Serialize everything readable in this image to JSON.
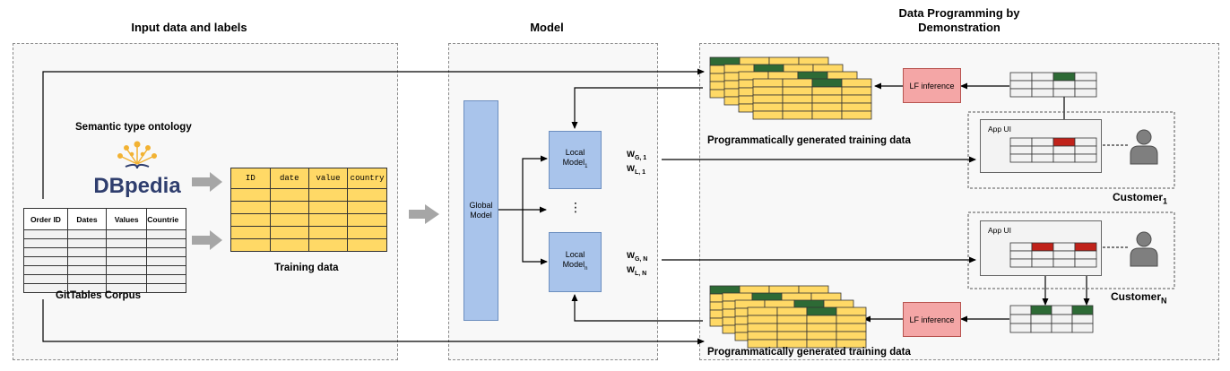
{
  "sections": {
    "input_title": "Input data and labels",
    "model_title": "Model",
    "dp_title_line1": "Data Programming by",
    "dp_title_line2": "Demonstration"
  },
  "input": {
    "ontology_label": "Semantic type ontology",
    "dbpedia_logo_text": "DBpedia",
    "gittables_headers": [
      "Order ID",
      "Dates",
      "Values",
      "Countrie"
    ],
    "gittables_caption": "GitTables Corpus",
    "training_headers": [
      "ID",
      "date",
      "value",
      "country"
    ],
    "training_caption": "Training data"
  },
  "model": {
    "global_model": [
      "Global",
      "Model"
    ],
    "local_model_1": [
      "Local",
      "Model",
      "1"
    ],
    "local_model_n": [
      "Local",
      "Model",
      "n"
    ],
    "ellipsis": "⋮",
    "weights_1": {
      "wg_base": "W",
      "wg_sub": "G, 1",
      "wl_base": "W",
      "wl_sub": "L, 1"
    },
    "weights_n": {
      "wg_base": "W",
      "wg_sub": "G, N",
      "wl_base": "W",
      "wl_sub": "L, N"
    }
  },
  "dp": {
    "prog_caption_top": "Programmatically generated training data",
    "prog_caption_bottom": "Programmatically generated training data",
    "lf_inference_top": "LF inference",
    "lf_inference_bottom": "LF inference",
    "app_ui_1": "App UI",
    "app_ui_n": "App UI",
    "customer_1_base": "Customer",
    "customer_1_sub": "1",
    "customer_n_base": "Customer",
    "customer_n_sub": "N"
  },
  "colors": {
    "table_yellow": "#ffd966",
    "header_green": "#2d6a35",
    "highlight_red": "#c0221a",
    "model_blue": "#a9c4eb",
    "lf_pink": "#f4a6a6",
    "panel_gray": "#f8f8f8",
    "gray_arrow": "#a6a6a6",
    "person_gray": "#7f7f7f"
  },
  "icons": [
    "dbpedia-logo-icon",
    "user-icon",
    "user-icon"
  ]
}
